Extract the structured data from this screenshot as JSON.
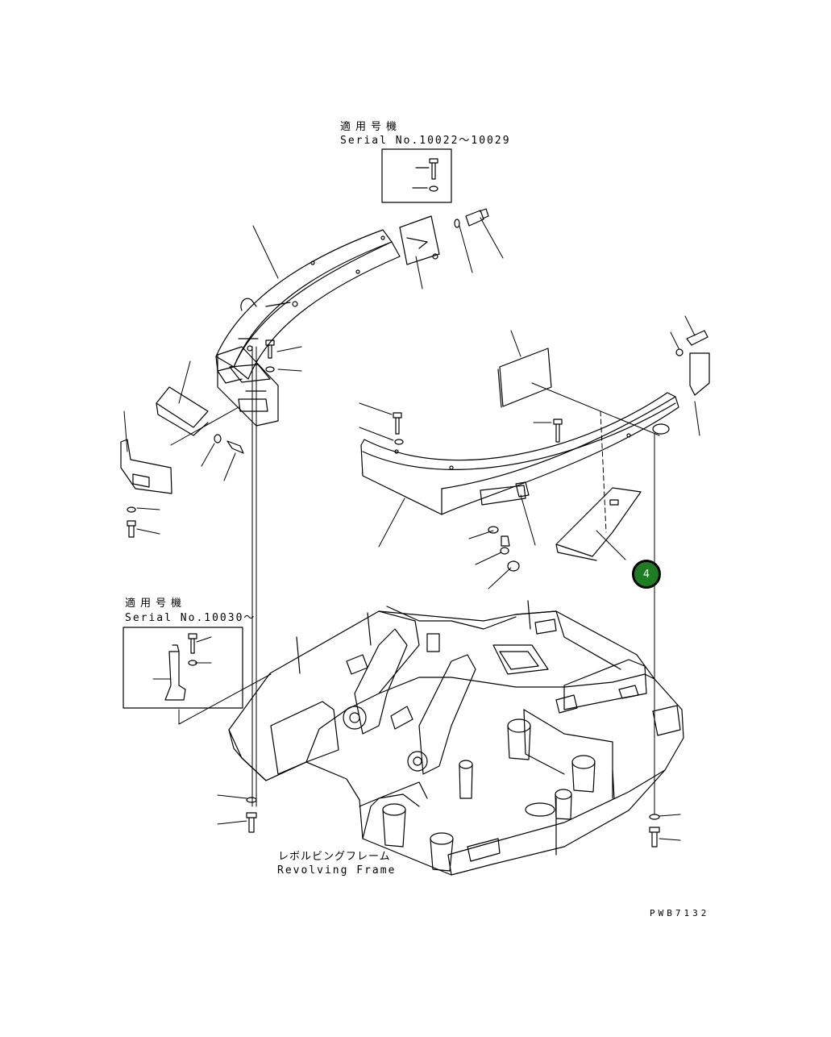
{
  "callouts": {
    "serial_box_top": {
      "line1": "適用号機",
      "line2": "Serial No.10022～10029"
    },
    "serial_box_left": {
      "line1": "適用号機",
      "line2": "Serial No.10030～"
    },
    "frame_label": {
      "line1": "レボルビングフレーム",
      "line2": "Revolving Frame"
    }
  },
  "badge": {
    "number": "4",
    "color": "#1e7d23"
  },
  "part_number": "PWB7132",
  "colors": {
    "line": "#000000",
    "background": "#ffffff"
  }
}
